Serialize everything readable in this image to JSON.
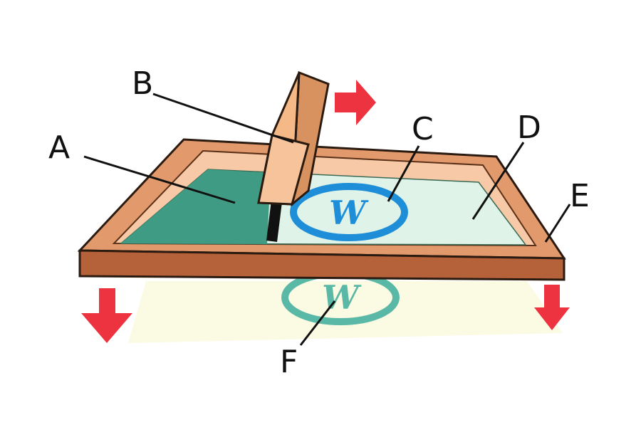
{
  "labels": {
    "a": "A",
    "b": "B",
    "c": "C",
    "d": "D",
    "e": "E",
    "f": "F"
  },
  "logo": {
    "letter": "W"
  },
  "colors": {
    "frame_top": "#e29a6c",
    "frame_side": "#b5623b",
    "frame_inner": "#f7c9a6",
    "mesh": "#dff3e8",
    "ink": "#3f9b83",
    "logo_blue": "#1e8ed8",
    "print_teal": "#5ab8a6",
    "arrow_red": "#ee3340",
    "squeegee": "#f5b887",
    "blade": "#111111"
  },
  "icons": [
    "arrow-right-icon",
    "arrow-down-icon",
    "arrow-down-icon"
  ]
}
